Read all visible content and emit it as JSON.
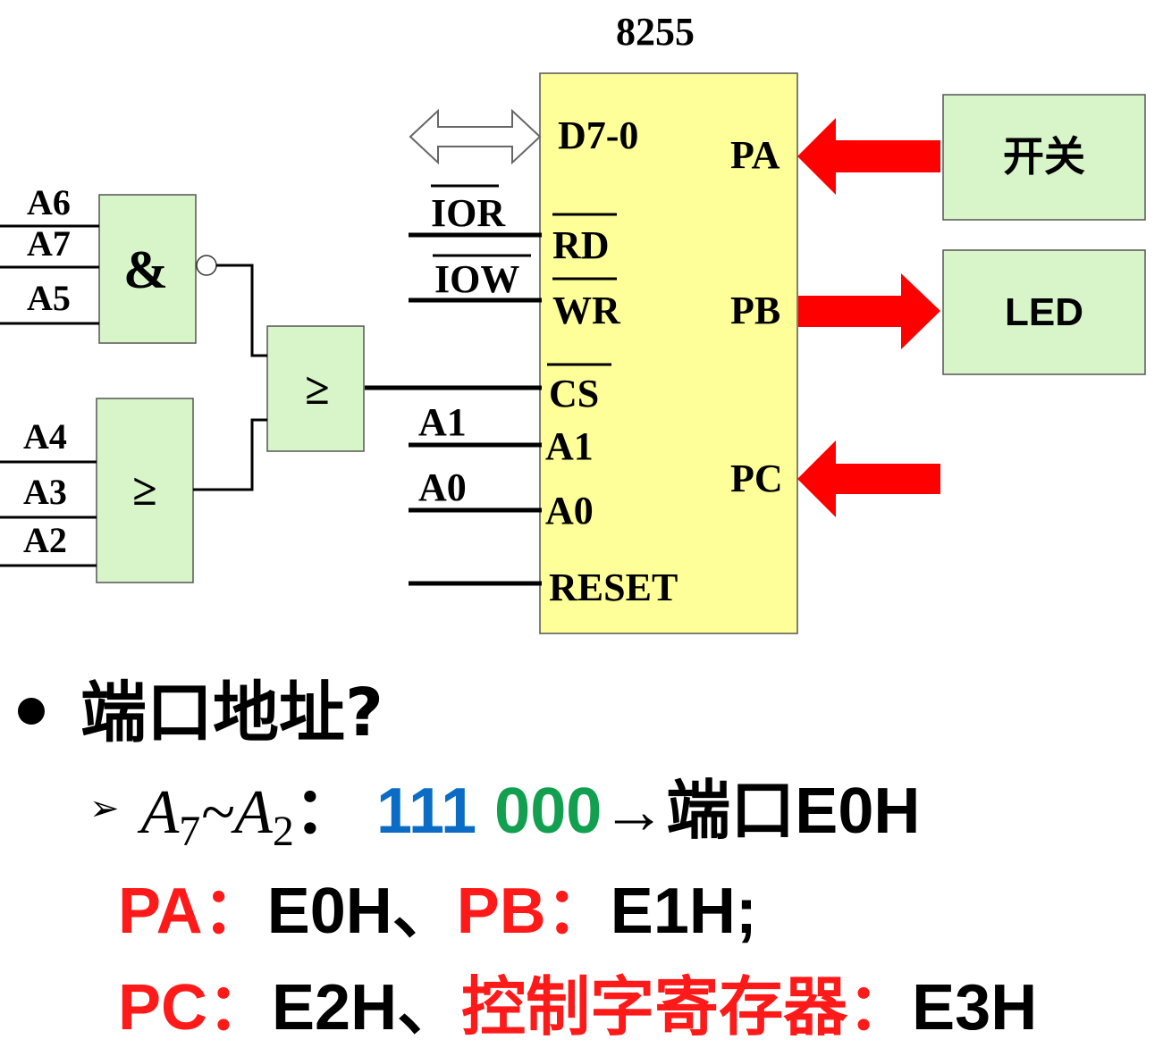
{
  "chip": {
    "title": "8255",
    "pins_left": {
      "data": "D7-0",
      "rd": "RD",
      "wr": "WR",
      "cs": "CS",
      "a1": "A1",
      "a0": "A0",
      "reset": "RESET"
    },
    "ports": {
      "pa": "PA",
      "pb": "PB",
      "pc": "PC"
    }
  },
  "signals": {
    "ior": "IOR",
    "iow": "IOW",
    "a1": "A1",
    "a0": "A0"
  },
  "and_gate": {
    "symbol": "&",
    "inputs": [
      "A6",
      "A7",
      "A5"
    ]
  },
  "or_gate_1": {
    "symbol": "≥",
    "inputs": [
      "A4",
      "A3",
      "A2"
    ]
  },
  "or_gate_2": {
    "symbol": "≥"
  },
  "devices": {
    "switch": "开关",
    "led": "LED"
  },
  "colors": {
    "arrow": "#ff0000",
    "gate_fill": "#d7f5c8",
    "chip_fill": "#ffff99",
    "blue": "#0a6cc4",
    "green": "#12a050",
    "red": "#ff1a1a"
  },
  "text": {
    "question": "端口地址?",
    "addr_var_a": "A",
    "addr_sub_7": "7",
    "addr_tilde": "~",
    "addr_sub_2": "2",
    "addr_colon": "：",
    "addr_bits_high": "111",
    "addr_bits_low": "000",
    "addr_result": "→端口E0H",
    "pa_label": "PA：",
    "pa_value": "E0H、",
    "pb_label": "PB：",
    "pb_value": "E1H;",
    "pc_label": "PC：",
    "pc_value": "E2H、",
    "ctrl_label": "控制字寄存器：",
    "ctrl_value": "E3H"
  }
}
